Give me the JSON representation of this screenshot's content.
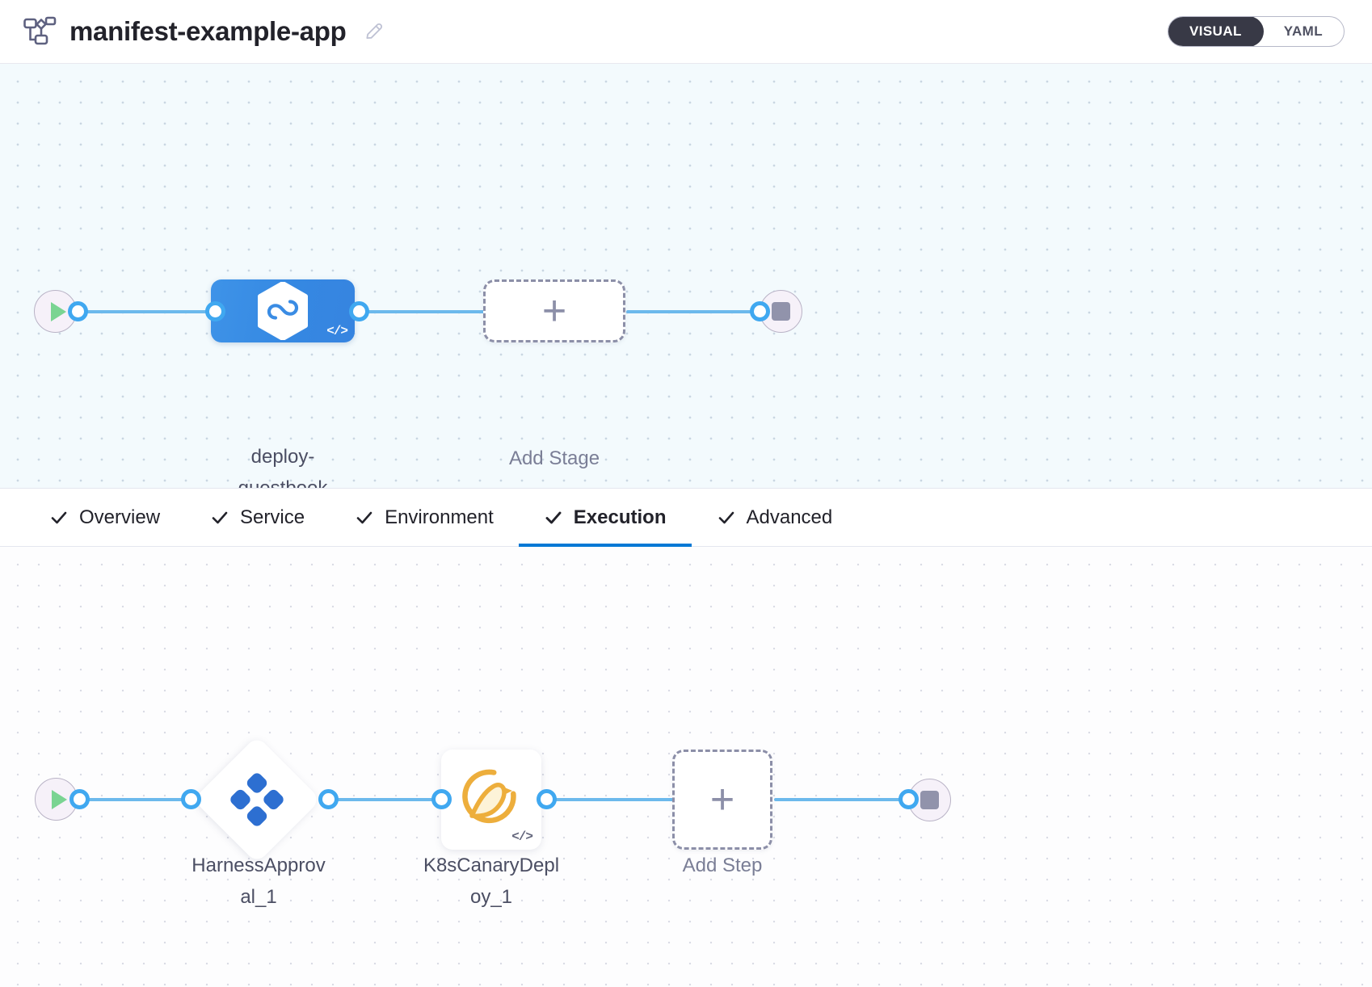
{
  "header": {
    "pipeline_icon": "pipeline-flow-icon",
    "title": "manifest-example-app",
    "edit_icon": "edit-pencil-icon",
    "mode_toggle": {
      "active": "VISUAL",
      "options": [
        {
          "label": "VISUAL",
          "active": true
        },
        {
          "label": "YAML",
          "active": false
        }
      ]
    }
  },
  "stage_graph": {
    "start_node": {
      "name": "pipeline-start",
      "icon": "play-icon"
    },
    "stage": {
      "name": "deploy-guestbook",
      "label_line1": "deploy-",
      "label_line2": "guestbook",
      "icon": "harness-hexagon-icon",
      "code_badge": "</>",
      "color": "#3a8ce4"
    },
    "add_stage": {
      "label": "Add Stage",
      "icon": "plus-icon"
    },
    "end_node": {
      "name": "pipeline-end",
      "icon": "stop-icon"
    }
  },
  "tabs": [
    {
      "label": "Overview",
      "check": "check-icon",
      "active": false
    },
    {
      "label": "Service",
      "check": "check-icon",
      "active": false
    },
    {
      "label": "Environment",
      "check": "check-icon",
      "active": false
    },
    {
      "label": "Execution",
      "check": "check-icon",
      "active": true
    },
    {
      "label": "Advanced",
      "check": "check-icon",
      "active": false
    }
  ],
  "execution_graph": {
    "start_node": {
      "name": "execution-start",
      "icon": "play-icon"
    },
    "steps": [
      {
        "name": "HarnessApproval_1",
        "label_line1": "HarnessApprov",
        "label_line2": "al_1",
        "icon": "harness-approval-clover-icon",
        "shape": "diamond",
        "color": "#2d6fd1"
      },
      {
        "name": "K8sCanaryDeploy_1",
        "label_line1": "K8sCanaryDepl",
        "label_line2": "oy_1",
        "icon": "canary-bird-icon",
        "shape": "square",
        "code_badge": "</>",
        "color": "#edae3c"
      }
    ],
    "add_step": {
      "label": "Add Step",
      "icon": "plus-icon"
    },
    "end_node": {
      "name": "execution-end",
      "icon": "stop-icon"
    }
  },
  "colors": {
    "accent_blue": "#0278d5",
    "edge_blue": "#6cb9ec",
    "port_blue": "#40a8f0",
    "stage_blue": "#3a8ce4",
    "toggle_dark": "#383946",
    "canary_yellow": "#edae3c",
    "approval_blue": "#2d6fd1",
    "play_green": "#7ad492",
    "stop_gray": "#9193ab"
  }
}
